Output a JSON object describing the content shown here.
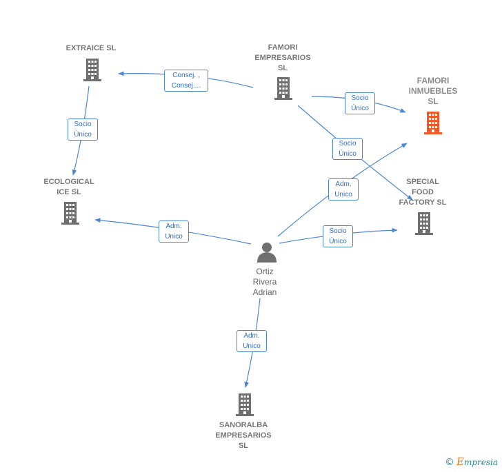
{
  "colors": {
    "edge": "#4a86d6",
    "building": "#6f6f6f",
    "focus_building": "#f05a28",
    "person": "#6f6f6f"
  },
  "nodes": {
    "extraice": {
      "label_lines": [
        "EXTRAICE SL"
      ],
      "icon": "building-icon"
    },
    "famori_empresarios": {
      "label_lines": [
        "FAMORI",
        "EMPRESARIOS",
        "SL"
      ],
      "icon": "building-icon"
    },
    "famori_inmuebles": {
      "label_lines": [
        "FAMORI",
        "INMUEBLES",
        "SL"
      ],
      "icon": "building-icon",
      "highlighted": true
    },
    "ecological_ice": {
      "label_lines": [
        "ECOLOGICAL",
        "ICE  SL"
      ],
      "icon": "building-icon"
    },
    "special_food": {
      "label_lines": [
        "SPECIAL",
        "FOOD",
        "FACTORY  SL"
      ],
      "icon": "building-icon"
    },
    "ortiz": {
      "label_lines": [
        "Ortiz",
        "Rivera",
        "Adrian"
      ],
      "icon": "person-icon"
    },
    "sanoralba": {
      "label_lines": [
        "SANORALBA",
        "EMPRESARIOS",
        "SL"
      ],
      "icon": "building-icon"
    }
  },
  "edges": [
    {
      "id": "famori-extraice",
      "label_lines": [
        "Consej. ,",
        "Consej...."
      ]
    },
    {
      "id": "famori-inmuebles",
      "label_lines": [
        "Socio",
        "Único"
      ]
    },
    {
      "id": "famori-special",
      "label_lines": [
        "Socio",
        "Único"
      ]
    },
    {
      "id": "extraice-ecological",
      "label_lines": [
        "Socio",
        "Único"
      ]
    },
    {
      "id": "ortiz-inmuebles",
      "label_lines": [
        "Adm.",
        "Unico"
      ]
    },
    {
      "id": "ortiz-ecological",
      "label_lines": [
        "Adm.",
        "Unico"
      ]
    },
    {
      "id": "ortiz-special",
      "label_lines": [
        "Socio",
        "Único"
      ]
    },
    {
      "id": "ortiz-sanoralba",
      "label_lines": [
        "Adm.",
        "Unico"
      ]
    }
  ],
  "credit": {
    "symbol": "©",
    "brand_initial": "E",
    "brand_rest": "mpresia"
  }
}
